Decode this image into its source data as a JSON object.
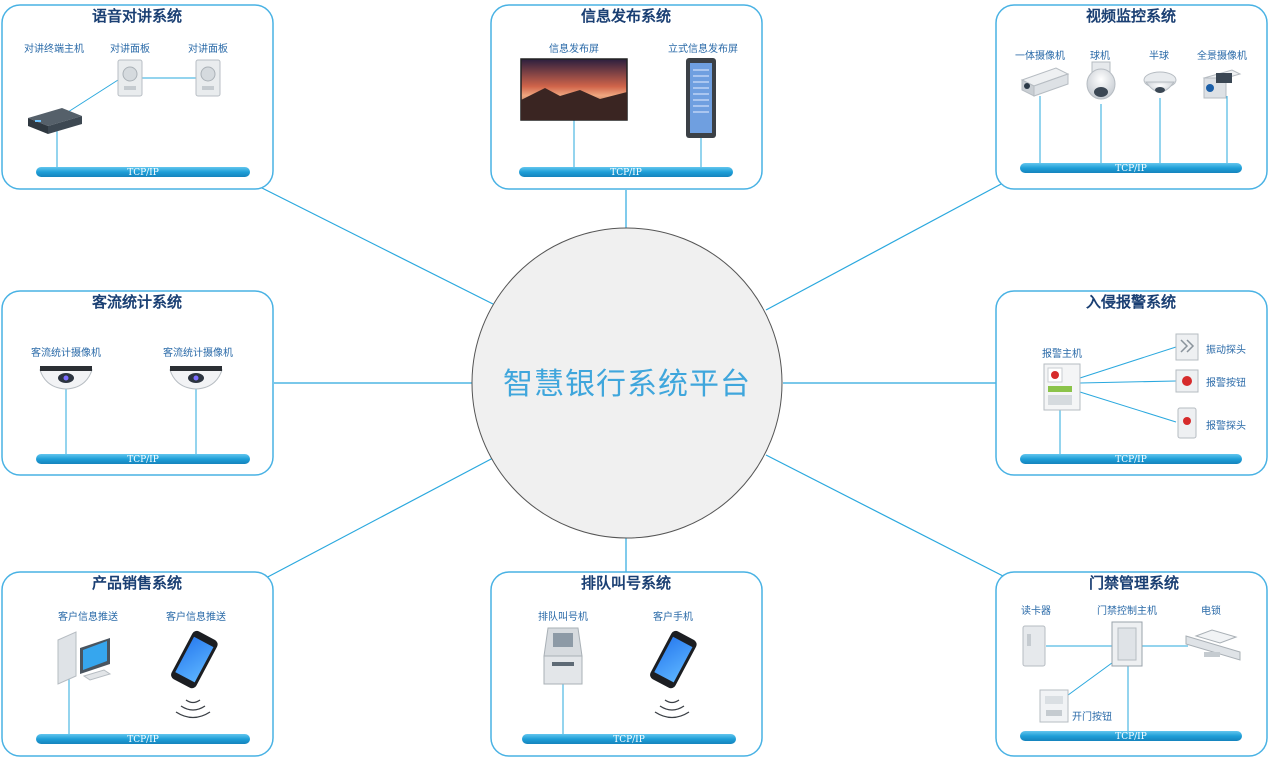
{
  "center": {
    "title": "智慧银行系统平台"
  },
  "bus_label": "TCP/IP",
  "colors": {
    "panel_border": "#49b2e4",
    "bus": "#2aa8de",
    "line": "#2aa8de",
    "title": "#1a3f73",
    "label": "#2a6aa8"
  },
  "panels": {
    "intercom": {
      "title": "语音对讲系统",
      "devices": [
        "对讲终端主机",
        "对讲面板",
        "对讲面板"
      ]
    },
    "info_release": {
      "title": "信息发布系统",
      "devices": [
        "信息发布屏",
        "立式信息发布屏"
      ]
    },
    "video": {
      "title": "视频监控系统",
      "devices": [
        "一体摄像机",
        "球机",
        "半球",
        "全景摄像机"
      ]
    },
    "people_count": {
      "title": "客流统计系统",
      "devices": [
        "客流统计摄像机",
        "客流统计摄像机"
      ]
    },
    "intrusion": {
      "title": "入侵报警系统",
      "devices": [
        "报警主机",
        "振动探头",
        "报警按钮",
        "报警探头"
      ]
    },
    "sales": {
      "title": "产品销售系统",
      "devices": [
        "客户信息推送",
        "客户信息推送"
      ]
    },
    "queue": {
      "title": "排队叫号系统",
      "devices": [
        "排队叫号机",
        "客户手机"
      ]
    },
    "access": {
      "title": "门禁管理系统",
      "devices": [
        "读卡器",
        "门禁控制主机",
        "电锁",
        "开门按钮"
      ]
    }
  }
}
